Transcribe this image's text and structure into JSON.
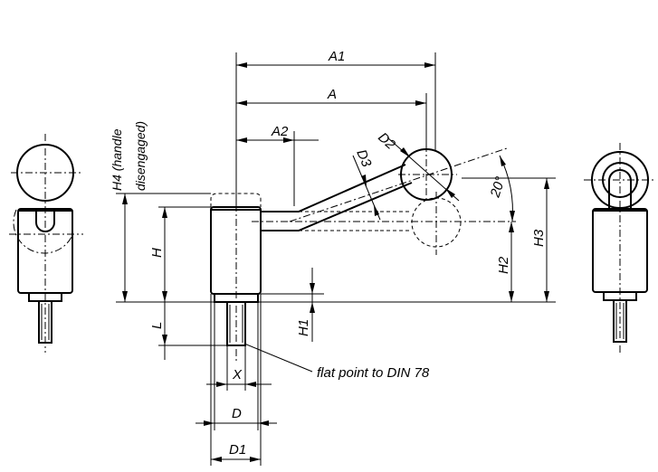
{
  "labels": {
    "a1": "A1",
    "a": "A",
    "a2": "A2",
    "d2": "D2",
    "d3": "D3",
    "angle": "20°",
    "h4_line1": "H4 (handle",
    "h4_line2": "disengaged)",
    "h": "H",
    "l": "L",
    "h1": "H1",
    "h2": "H2",
    "h3": "H3",
    "x": "X",
    "d": "D",
    "d1": "D1",
    "flat_point": "flat point to DIN 78"
  }
}
